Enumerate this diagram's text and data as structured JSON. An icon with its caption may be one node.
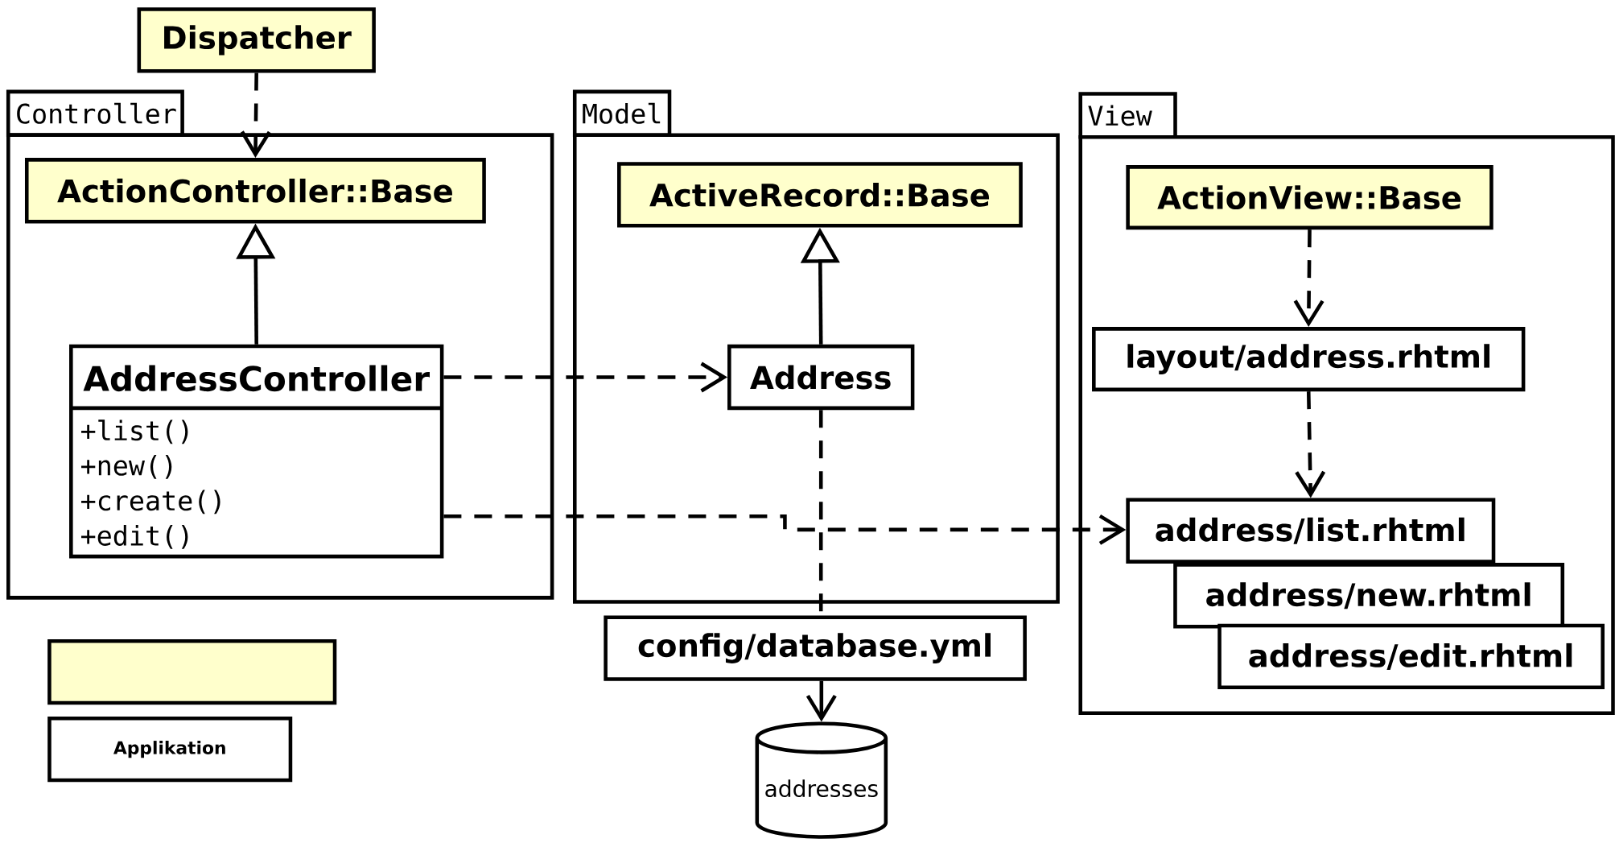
{
  "diagram": {
    "nodes": [
      {
        "text": [
          "Dispatcher"
        ]
      },
      {
        "text": [
          "Controller"
        ]
      },
      {
        "text": [
          "ActionController::Base"
        ],
        "in": 1
      },
      {
        "text": [
          "AddressController",
          "+list()",
          "+new()",
          "+create()",
          "+edit()"
        ],
        "in": 1
      },
      {
        "text": [
          "Model"
        ]
      },
      {
        "text": [
          "ActiveRecord::Base"
        ],
        "in": 4
      },
      {
        "text": [
          "Address"
        ],
        "in": 4
      },
      {
        "text": [
          "View"
        ]
      },
      {
        "text": [
          "ActionView::Base"
        ],
        "in": 7
      },
      {
        "text": [
          "layout/address.rhtml"
        ],
        "in": 7
      },
      {
        "text": [
          "address/list.rhtml"
        ],
        "in": 7
      },
      {
        "text": [
          "address/new.rhtml"
        ],
        "in": 7
      },
      {
        "text": [
          "address/edit.rhtml"
        ],
        "in": 7
      },
      {
        "text": [
          "config/database.yml"
        ]
      },
      {
        "text": [
          "addresses"
        ]
      },
      {
        "text": [],
        "shape": "box"
      },
      {
        "text": [
          "Applikation"
        ]
      }
    ],
    "edges": [
      {
        "from": 0,
        "to": 2,
        "arrow": "to",
        "style": "dashed"
      },
      {
        "from": 3,
        "to": 2,
        "arrow": "to"
      },
      {
        "from": 6,
        "to": 5,
        "arrow": "to"
      },
      {
        "from": 3,
        "to": 6,
        "arrow": "to",
        "style": "dashed"
      },
      {
        "from": 3,
        "to": 10,
        "arrow": "to",
        "style": "dashed"
      },
      {
        "from": 6,
        "to": 13,
        "arrow": "none",
        "style": "dashed"
      },
      {
        "from": 13,
        "to": 14,
        "arrow": "to"
      },
      {
        "from": 8,
        "to": 9,
        "arrow": "to",
        "style": "dashed"
      },
      {
        "from": 9,
        "to": 10,
        "arrow": "to",
        "style": "dashed"
      }
    ]
  }
}
